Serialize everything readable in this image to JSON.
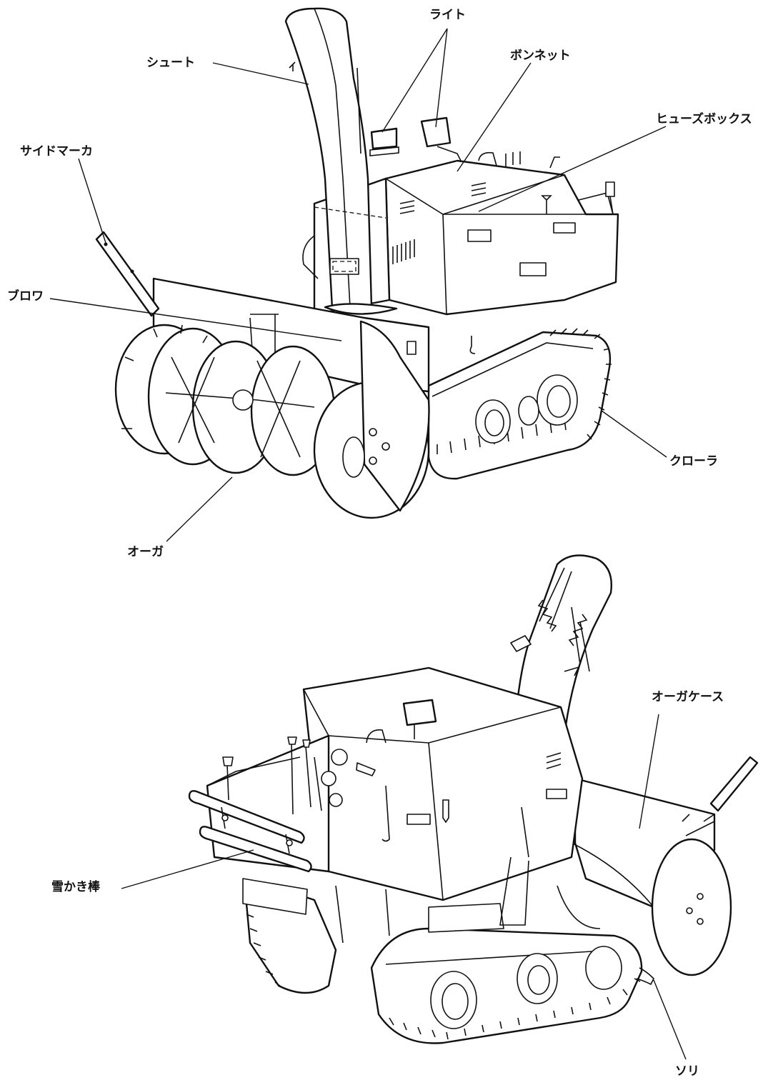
{
  "labels": {
    "light": "ライト",
    "chute": "シュート",
    "bonnet": "ボンネット",
    "fuse_box": "ヒューズボックス",
    "side_marker": "サイドマーカ",
    "blower": "ブロワ",
    "crawler": "クローラ",
    "auger": "オーガ",
    "auger_case": "オーガケース",
    "snow_scraper": "雪かき棒",
    "sled": "ソリ"
  },
  "colors": {
    "line": "#111111",
    "background": "#ffffff"
  }
}
